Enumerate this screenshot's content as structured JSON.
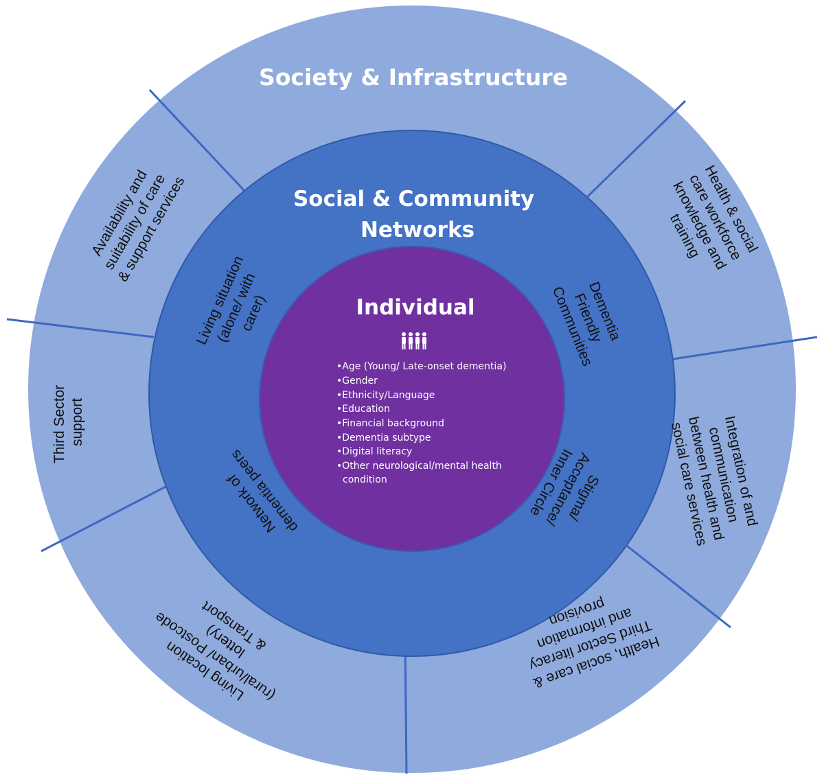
{
  "colors": {
    "outer_ring": "#8faadc",
    "middle_ring": "#4472c4",
    "inner_circle": "#7030a0",
    "divider": "#3d67c2",
    "text_dark": "#111111",
    "text_light": "#ffffff"
  },
  "outer": {
    "title": "Society & Infrastructure",
    "segments": [
      [
        "Availability and",
        "suitability of care",
        "& support services"
      ],
      [
        "Health & social",
        "care workforce",
        "knowledge and",
        "training"
      ],
      [
        "Third Sector",
        "support"
      ],
      [
        "Integration of and",
        "communication",
        "between health and",
        "social care services"
      ],
      [
        "Living location",
        "(rural/urban/ Postcode",
        "lottery)",
        "& Transport"
      ],
      [
        "Health, social care &",
        "Third Sector literacy",
        "and information",
        "provision"
      ]
    ]
  },
  "middle": {
    "title_lines": [
      "Social & Community",
      "Networks"
    ],
    "segments": [
      [
        "Living situation",
        "(alone/ with",
        "carer)"
      ],
      [
        "Dementia",
        "Friendly",
        "Communities"
      ],
      [
        "Network of",
        "dementia peers"
      ],
      [
        "Stigma/",
        "Acceptance/",
        "Inner Circle"
      ]
    ]
  },
  "individual": {
    "title": "Individual",
    "icon": "people-group-icon",
    "items": [
      "Age (Young/ Late-onset dementia)",
      "Gender",
      "Ethnicity/Language",
      "Education",
      "Financial background",
      "Dementia subtype",
      "Digital literacy",
      "Other neurological/mental health"
    ],
    "item_continuation": "condition"
  }
}
